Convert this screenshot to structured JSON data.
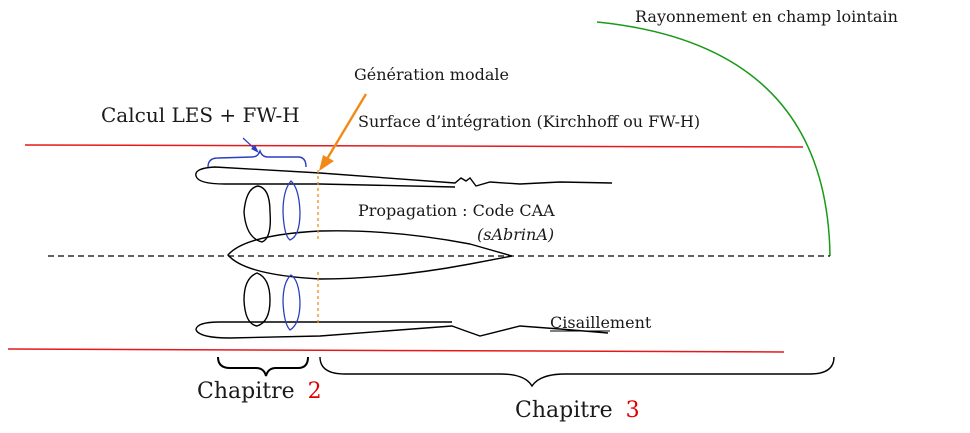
{
  "labels": {
    "far_field": "Rayonnement en champ lointain",
    "modal_generation": "Génération modale",
    "les_fwh": "Calcul LES + FW-H",
    "integration_surface": "Surface d’intégration (Kirchhoff ou FW-H)",
    "propagation": "Propagation : Code CAA",
    "code_name": "(sAbrinA)",
    "shear": "Cisaillement",
    "chapter_word": "Chapitre",
    "chapter_2_num": "2",
    "chapter_3_num": "3"
  },
  "colors": {
    "integration_surface": "#e31a1c",
    "far_field_arc": "#1a9a1a",
    "les_brace_and_fan": "#2a3fc0",
    "modal_arrow": "#f28a1a",
    "chapter_number": "#e00000",
    "engine_outline": "#000000"
  }
}
